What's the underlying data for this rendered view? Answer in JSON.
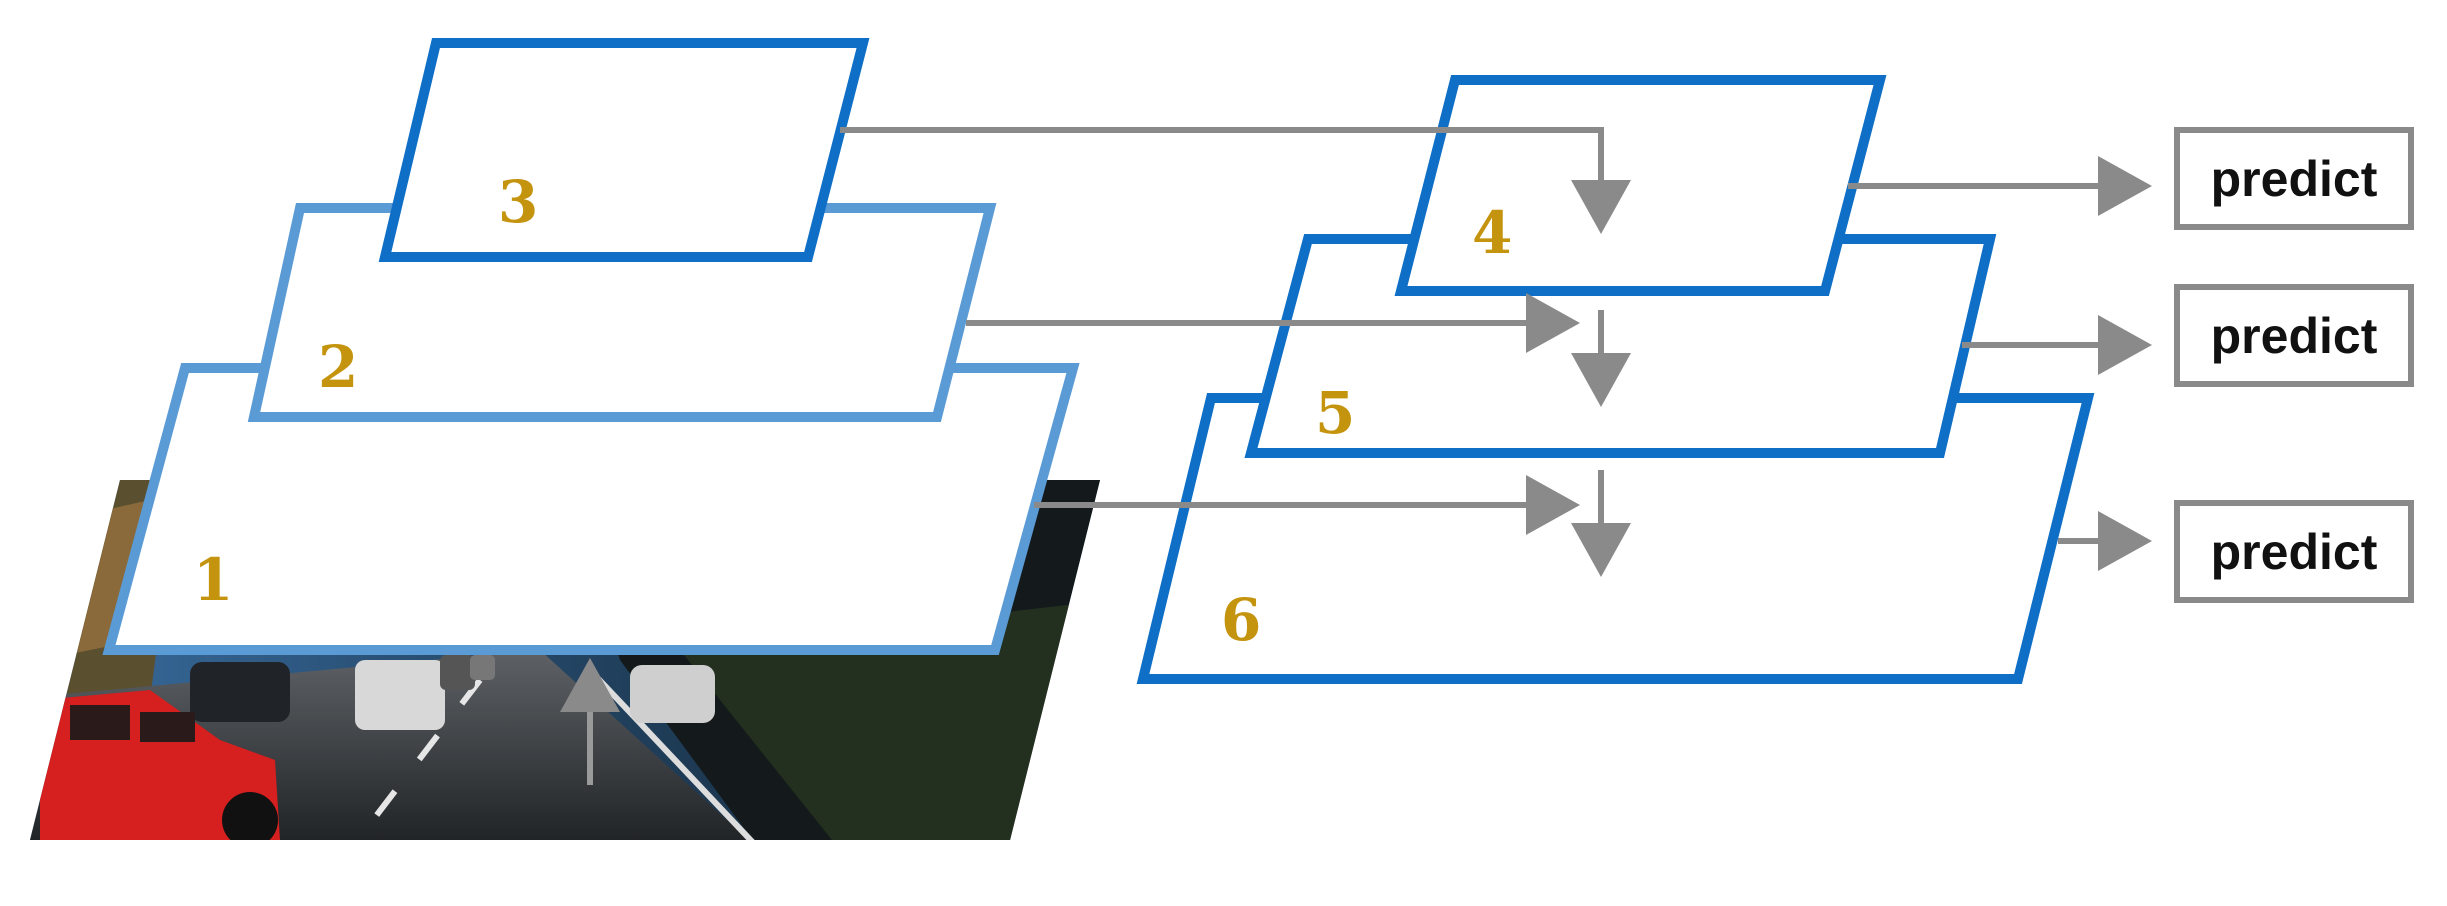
{
  "layers": {
    "bottom_up": [
      {
        "id": "1",
        "label": "1",
        "color": "#5b9bd5"
      },
      {
        "id": "2",
        "label": "2",
        "color": "#5b9bd5"
      },
      {
        "id": "3",
        "label": "3",
        "color": "#0f6fc6"
      }
    ],
    "top_down": [
      {
        "id": "4",
        "label": "4",
        "color": "#0f6fc6"
      },
      {
        "id": "5",
        "label": "5",
        "color": "#0f6fc6"
      },
      {
        "id": "6",
        "label": "6",
        "color": "#0f6fc6"
      }
    ]
  },
  "outputs": [
    {
      "label": "predict"
    },
    {
      "label": "predict"
    },
    {
      "label": "predict"
    }
  ],
  "colors": {
    "arrow": "#8a8a8a",
    "number": "#c4940e",
    "predict_border": "#8a8a8a"
  },
  "image": {
    "description_icon": "road-traffic-photo-icon"
  }
}
